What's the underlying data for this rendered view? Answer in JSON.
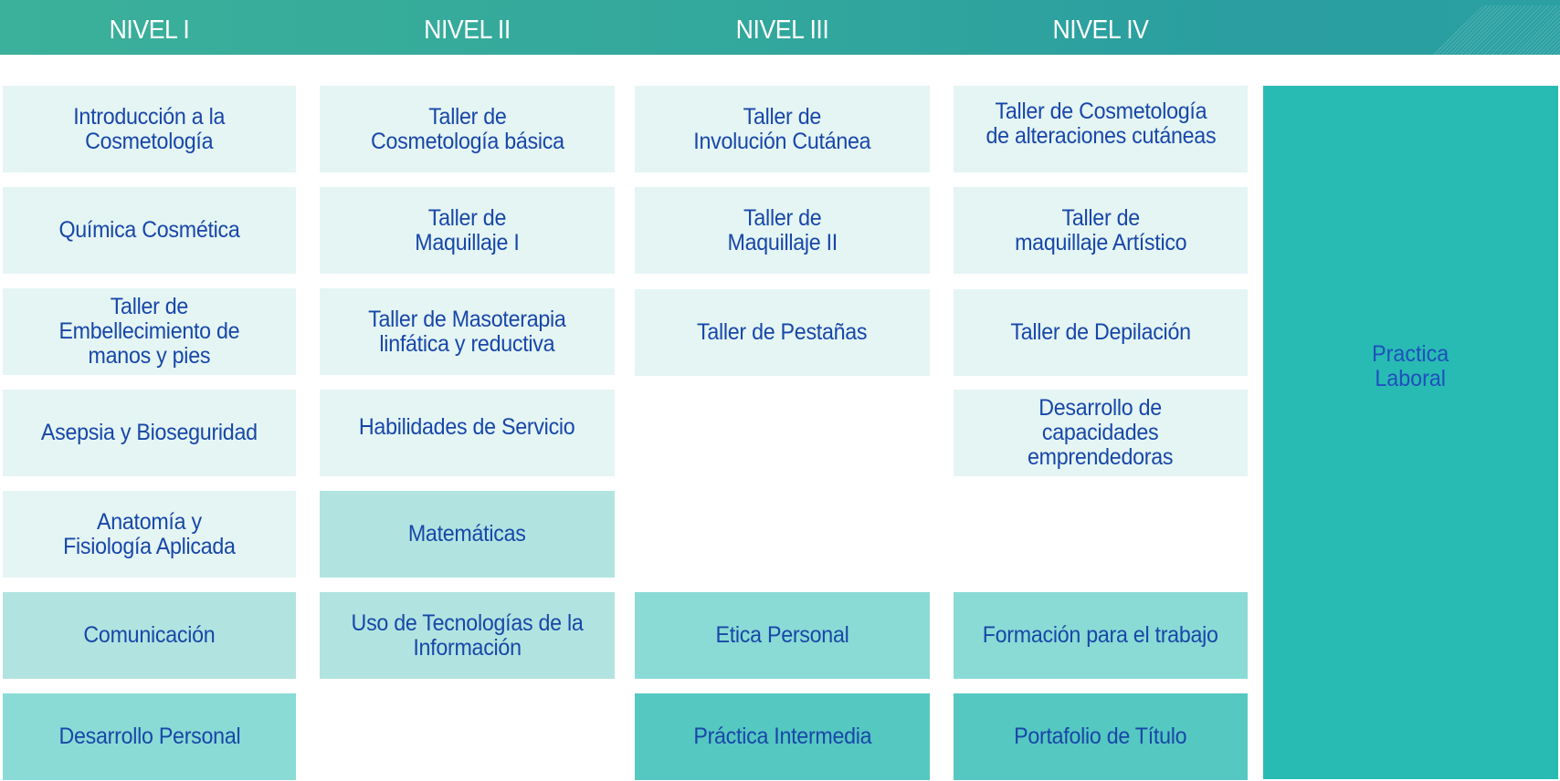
{
  "header": {
    "levels": [
      "NIVEL I",
      "NIVEL  II",
      "NIVEL III",
      "NIVEL IV"
    ]
  },
  "colors": {
    "header": "#33a89c",
    "lightest": "#e4f5f4",
    "light": "#b1e4e0",
    "medium": "#8adbd5",
    "strong": "#55c8c1",
    "practica": "#28bbb3",
    "text": "#1847a8",
    "header_text": "#ffffff"
  },
  "columns": [
    {
      "level": "NIVEL I",
      "courses": [
        "Introducción a la\nCosmetología",
        "Química Cosmética",
        "Taller de\nEmbellecimiento de\nmanos y pies",
        "Asepsia y Bioseguridad",
        "Anatomía y\nFisiología Aplicada",
        "Comunicación",
        "Desarrollo Personal"
      ]
    },
    {
      "level": "NIVEL  II",
      "courses": [
        "Taller de\nCosmetología básica",
        "Taller de\nMaquillaje I",
        "Taller de Masoterapia\nlinfática y reductiva",
        "Habilidades de Servicio",
        "Matemáticas",
        "Uso de Tecnologías de la\nInformación"
      ]
    },
    {
      "level": "NIVEL III",
      "courses": [
        "Taller de\nInvolución Cutánea",
        "Taller de\nMaquillaje II",
        "Taller de Pestañas",
        "Etica Personal",
        "Práctica Intermedia"
      ]
    },
    {
      "level": "NIVEL IV",
      "courses": [
        "Taller de Cosmetología\nde alteraciones cutáneas",
        "Taller de\nmaquillaje Artístico",
        "Taller de Depilación",
        "Desarrollo de\ncapacidades\nemprendedoras",
        "Formación para el trabajo",
        "Portafolio de Título"
      ]
    }
  ],
  "practica": {
    "label": "Practica\nLaboral"
  }
}
